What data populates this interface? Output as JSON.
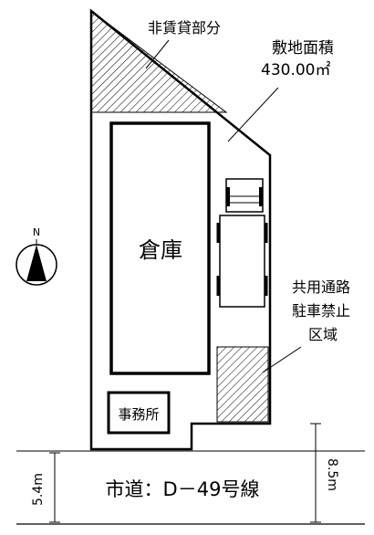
{
  "labels": {
    "non_leased": "非賃貸部分",
    "site_area_title": "敷地面積",
    "site_area_value": "430.00㎡",
    "warehouse": "倉庫",
    "office": "事務所",
    "shared_path_line1": "共用通路",
    "shared_path_line2": "駐車禁止",
    "shared_path_line3": "区域",
    "north": "N",
    "road": "市道：D－49号線",
    "road_width_left": "5.4m",
    "road_width_right": "8.5m"
  }
}
